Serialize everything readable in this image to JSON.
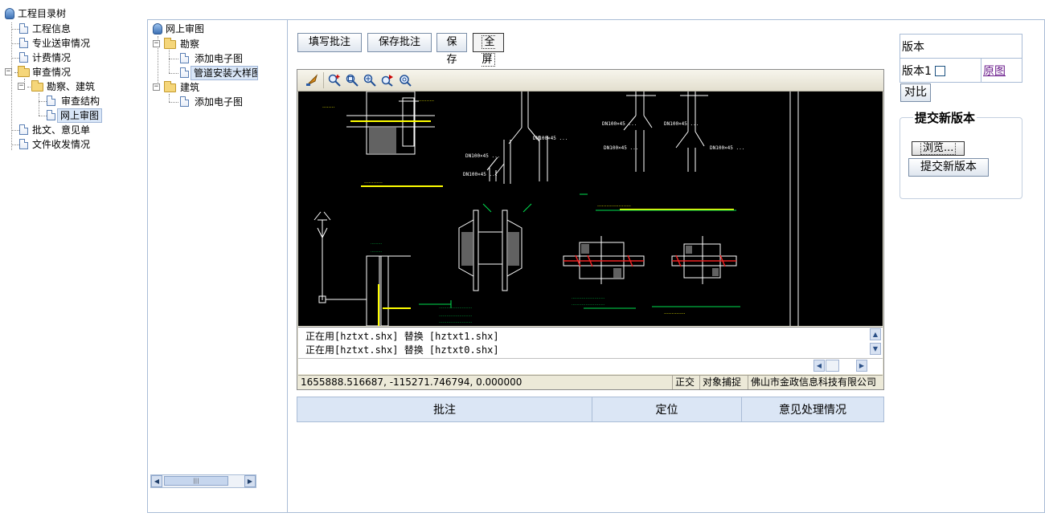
{
  "left_tree": {
    "root": "工程目录树",
    "items": [
      {
        "label": "工程信息"
      },
      {
        "label": "专业送审情况"
      },
      {
        "label": "计费情况"
      },
      {
        "label": "审查情况"
      },
      {
        "label": "勘察、建筑"
      },
      {
        "label": "审查结构"
      },
      {
        "label": "网上审图",
        "selected": true
      },
      {
        "label": "批文、意见单"
      },
      {
        "label": "文件收发情况"
      }
    ]
  },
  "mid_tree": {
    "root": "网上审图",
    "items": [
      {
        "label": "勘察"
      },
      {
        "label": "添加电子图"
      },
      {
        "label": "管道安装大样图",
        "selected": true
      },
      {
        "label": "建筑"
      },
      {
        "label": "添加电子图"
      }
    ]
  },
  "toolbar": {
    "write_note": "填写批注",
    "save_note": "保存批注",
    "save": "保存",
    "fullscreen": "全屏"
  },
  "viewer": {
    "console_lines": [
      "正在用[hztxt.shx] 替换 [hztxt1.shx]",
      "正在用[hztxt.shx] 替换 [hztxt0.shx]"
    ],
    "status": {
      "coords": "1655888.516687,  -115271.746794,  0.000000",
      "ortho": "正交",
      "snap": "对象捕捉",
      "company": "佛山市金政信息科技有限公司"
    },
    "tool_icons": [
      "pointer-icon",
      "zoom-realtime-icon",
      "zoom-window-icon",
      "zoom-extents-icon",
      "pan-icon",
      "zoom-previous-icon"
    ]
  },
  "annotation_table": {
    "headers": [
      "批注",
      "定位",
      "意见处理情况"
    ]
  },
  "version_panel": {
    "header": "版本",
    "version_label": "版本1",
    "original_link": "原图",
    "compare_button": "对比",
    "submit_legend": "提交新版本",
    "browse_button": "浏览...",
    "submit_button": "提交新版本"
  },
  "colors": {
    "border": "#a9bcd6",
    "header_bg": "#dbe6f5",
    "canvas_bg": "#000000",
    "link": "#6b1d8c"
  }
}
